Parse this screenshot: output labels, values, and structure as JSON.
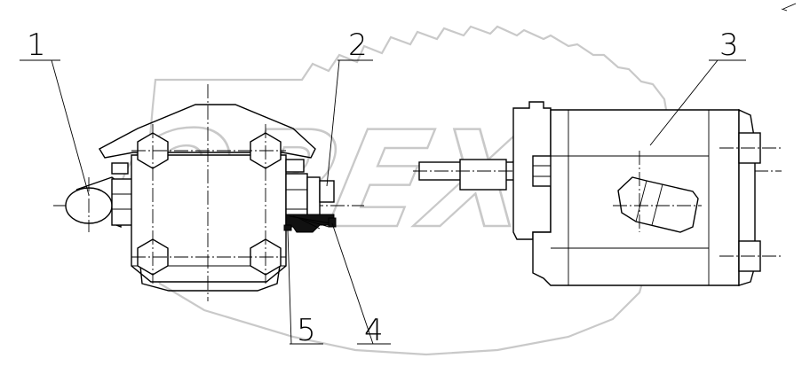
{
  "diagram": {
    "watermark": "OPEX",
    "callouts": [
      {
        "id": "callout-1",
        "label": "1"
      },
      {
        "id": "callout-2",
        "label": "2"
      },
      {
        "id": "callout-3",
        "label": "3"
      },
      {
        "id": "callout-4",
        "label": "4"
      },
      {
        "id": "callout-5",
        "label": "5"
      }
    ]
  }
}
